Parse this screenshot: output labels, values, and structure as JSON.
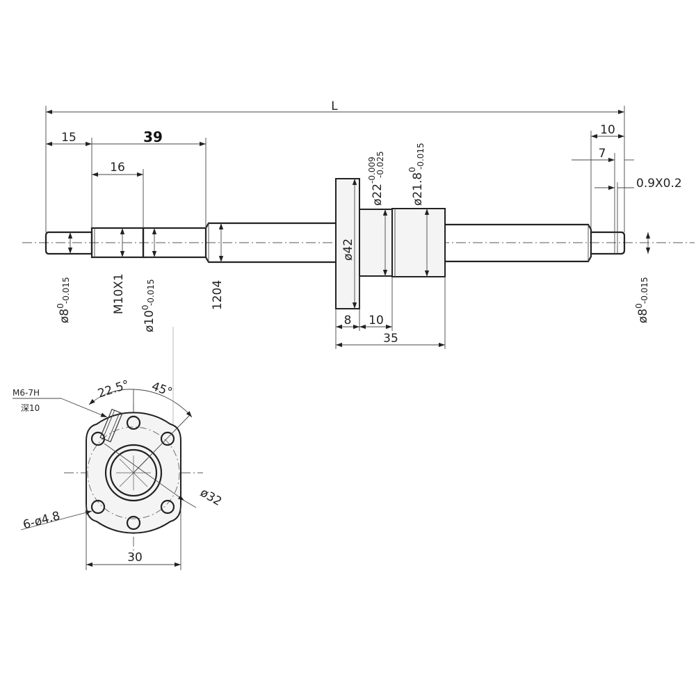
{
  "side_view": {
    "overall_length": "L",
    "dim_left_end": "15",
    "dim_thread_section": "39",
    "dim_thread_length": "16",
    "dim_right_end": "10",
    "dim_right_groove": "7",
    "dim_groove_spec": "0.9X0.2",
    "dia_left_journal": "ø8",
    "dia_left_journal_tol_upper": "0",
    "dia_left_journal_tol_lower": "-0.015",
    "thread_spec": "M10X1",
    "dia_bearing_seat": "ø10",
    "dia_bearing_seat_tol_upper": "0",
    "dia_bearing_seat_tol_lower": "-0.015",
    "screw_spec": "1204",
    "dia_flange": "ø42",
    "dia_nut_body": "ø22",
    "dia_nut_body_tol_upper": "-0.009",
    "dia_nut_body_tol_lower": "-0.025",
    "dia_nut_end": "ø21.8",
    "dia_nut_end_tol_upper": "0",
    "dia_nut_end_tol_lower": "-0.015",
    "dim_flange_thickness": "8",
    "dim_nut_spigot": "10",
    "dim_nut_length": "35",
    "dia_right_journal": "ø8",
    "dia_right_journal_tol_upper": "0",
    "dia_right_journal_tol_lower": "-0.015"
  },
  "front_view": {
    "thread_hole_spec": "M6-7H",
    "thread_hole_depth": "深10",
    "angle_offset": "22.5°",
    "angle_pitch": "45°",
    "hole_pattern": "6-ø4.8",
    "bolt_circle": "ø32",
    "flange_width": "30"
  }
}
